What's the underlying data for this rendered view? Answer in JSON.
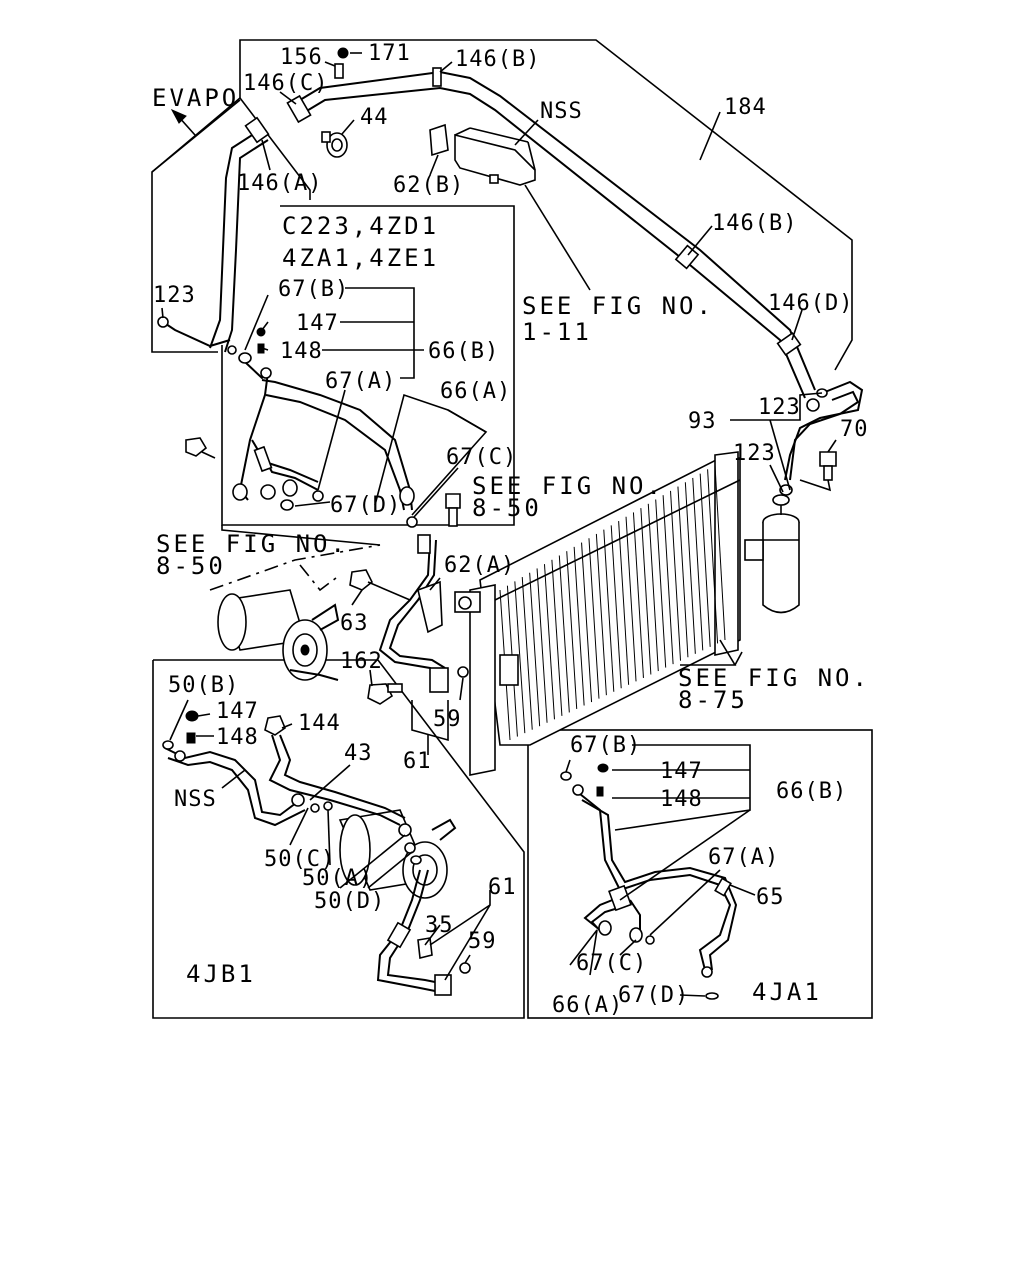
{
  "diagram": {
    "labels": {
      "evapo": "EVAPO",
      "p156": "156",
      "p171": "171",
      "p146c": "146(C)",
      "p146b_top": "146(B)",
      "p44": "44",
      "nss_top": "NSS",
      "p184": "184",
      "p146a": "146(A)",
      "p62b": "62(B)",
      "variant_line1": "C223,4ZD1",
      "variant_line2": "4ZA1,4ZE1",
      "see_fig_1_11_line1": "SEE FIG NO.",
      "see_fig_1_11_line2": "1-11",
      "p146b_mid": "146(B)",
      "p146d": "146(D)",
      "p123_left": "123",
      "p67b_top": "67(B)",
      "p147_top": "147",
      "p148_top": "148",
      "p66b_top": "66(B)",
      "p67a_top": "67(A)",
      "p66a_top": "66(A)",
      "p93": "93",
      "p123_right1": "123",
      "p123_right2": "123",
      "p70": "70",
      "p67c_top": "67(C)",
      "see_fig_8_50_right_line1": "SEE FIG NO.",
      "see_fig_8_50_right_line2": "8-50",
      "p67d_top": "67(D)",
      "see_fig_8_50_left_line1": "SEE FIG NO.",
      "see_fig_8_50_left_line2": "8-50",
      "p62a": "62(A)",
      "p63": "63",
      "p162": "162",
      "p59_mid": "59",
      "p61_mid": "61",
      "see_fig_8_75_line1": "SEE FIG NO.",
      "see_fig_8_75_line2": "8-75",
      "p50b": "50(B)",
      "p147_left": "147",
      "p144": "144",
      "p148_left": "148",
      "p43": "43",
      "nss_left": "NSS",
      "p50c": "50(C)",
      "p50a": "50(A)",
      "p50d": "50(D)",
      "p61_left": "61",
      "p35": "35",
      "p59_left": "59",
      "variant_4jb1": "4JB1",
      "p67b_right": "67(B)",
      "p147_right": "147",
      "p148_right": "148",
      "p66b_right": "66(B)",
      "p67a_right": "67(A)",
      "p65": "65",
      "p67c_right": "67(C)",
      "p66a_right": "66(A)",
      "p67d_right": "67(D)",
      "variant_4ja1": "4JA1"
    }
  }
}
